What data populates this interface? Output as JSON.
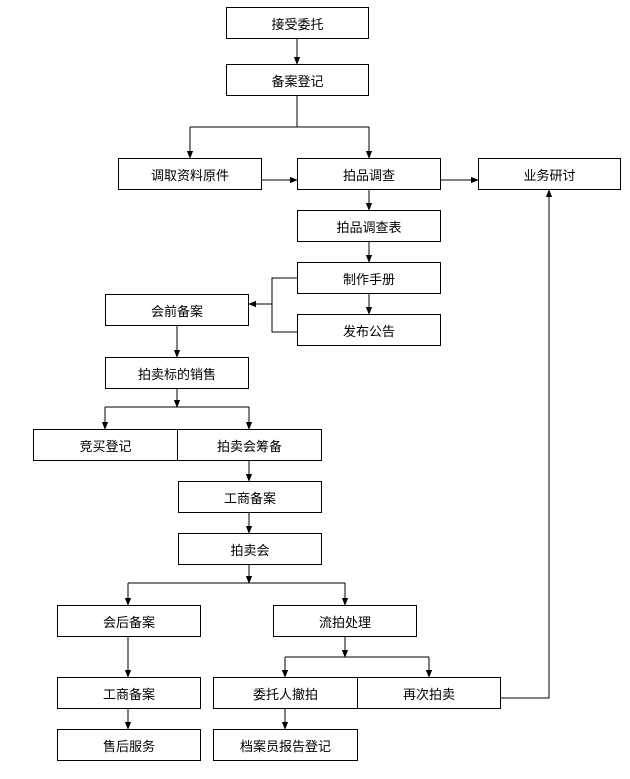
{
  "diagram": {
    "colors": {
      "line": "#000000",
      "box_border": "#000000",
      "background": "#ffffff",
      "text": "#000000"
    },
    "nodes": [
      {
        "id": "n_accept",
        "label": "接受委托"
      },
      {
        "id": "n_register",
        "label": "备案登记"
      },
      {
        "id": "n_fetch_docs",
        "label": "调取资料原件"
      },
      {
        "id": "n_item_investigation",
        "label": "拍品调查"
      },
      {
        "id": "n_business_study",
        "label": "业务研讨"
      },
      {
        "id": "n_investigation_form",
        "label": "拍品调查表"
      },
      {
        "id": "n_make_manual",
        "label": "制作手册"
      },
      {
        "id": "n_pre_filing",
        "label": "会前备案"
      },
      {
        "id": "n_announcement",
        "label": "发布公告"
      },
      {
        "id": "n_sales",
        "label": "拍卖标的销售"
      },
      {
        "id": "n_bid_register",
        "label": "竞买登记"
      },
      {
        "id": "n_auction_prep",
        "label": "拍卖会筹备"
      },
      {
        "id": "n_ic_filing_1",
        "label": "工商备案"
      },
      {
        "id": "n_auction",
        "label": "拍卖会"
      },
      {
        "id": "n_post_filing",
        "label": "会后备案"
      },
      {
        "id": "n_failed_handling",
        "label": "流拍处理"
      },
      {
        "id": "n_ic_filing_2",
        "label": "工商备案"
      },
      {
        "id": "n_withdraw",
        "label": "委托人撤拍"
      },
      {
        "id": "n_reauction",
        "label": "再次拍卖"
      },
      {
        "id": "n_after_sales",
        "label": "售后服务"
      },
      {
        "id": "n_archive_report",
        "label": "档案员报告登记"
      }
    ],
    "edges": [
      {
        "from": "n_accept",
        "to": "n_register"
      },
      {
        "from": "n_register",
        "to": "n_fetch_docs"
      },
      {
        "from": "n_register",
        "to": "n_item_investigation"
      },
      {
        "from": "n_fetch_docs",
        "to": "n_item_investigation"
      },
      {
        "from": "n_item_investigation",
        "to": "n_business_study"
      },
      {
        "from": "n_item_investigation",
        "to": "n_investigation_form"
      },
      {
        "from": "n_investigation_form",
        "to": "n_make_manual"
      },
      {
        "from": "n_make_manual",
        "to": "n_announcement"
      },
      {
        "from": "n_make_manual",
        "to": "n_pre_filing"
      },
      {
        "from": "n_announcement",
        "to": "n_pre_filing"
      },
      {
        "from": "n_pre_filing",
        "to": "n_sales"
      },
      {
        "from": "n_sales",
        "to": "n_bid_register"
      },
      {
        "from": "n_sales",
        "to": "n_auction_prep"
      },
      {
        "from": "n_auction_prep",
        "to": "n_ic_filing_1"
      },
      {
        "from": "n_ic_filing_1",
        "to": "n_auction"
      },
      {
        "from": "n_auction",
        "to": "n_post_filing"
      },
      {
        "from": "n_auction",
        "to": "n_failed_handling"
      },
      {
        "from": "n_failed_handling",
        "to": "n_withdraw"
      },
      {
        "from": "n_failed_handling",
        "to": "n_reauction"
      },
      {
        "from": "n_reauction",
        "to": "n_business_study"
      },
      {
        "from": "n_post_filing",
        "to": "n_ic_filing_2"
      },
      {
        "from": "n_ic_filing_2",
        "to": "n_after_sales"
      },
      {
        "from": "n_withdraw",
        "to": "n_archive_report"
      }
    ]
  }
}
